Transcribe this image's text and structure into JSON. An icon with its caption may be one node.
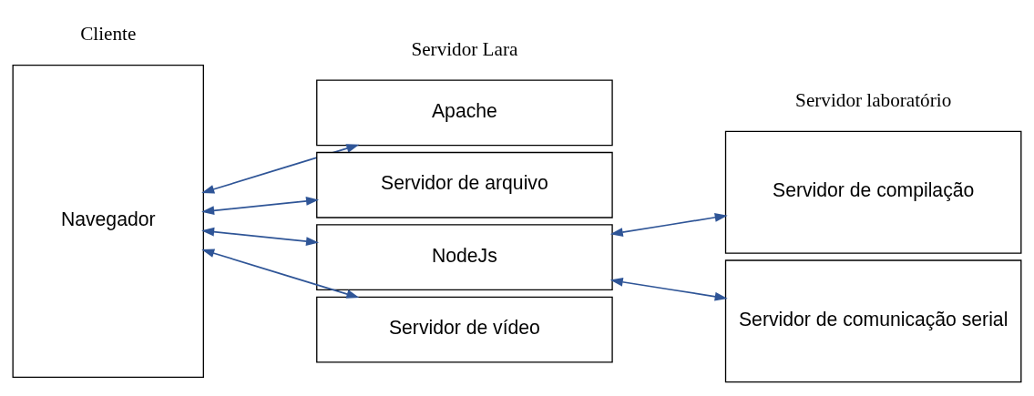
{
  "diagram": {
    "nodes": [
      {
        "text": [
          "Navegador"
        ]
      },
      {
        "text": [
          "Apache"
        ]
      },
      {
        "text": [
          "Servidor de arquivo"
        ]
      },
      {
        "text": [
          "NodeJs"
        ]
      },
      {
        "text": [
          "Servidor de vídeo"
        ]
      },
      {
        "text": [
          "Servidor de compilação"
        ]
      },
      {
        "text": [
          "Servidor de comunicação serial"
        ]
      }
    ],
    "edges": [
      {
        "from": 0,
        "to": 1,
        "arrow": "both"
      },
      {
        "from": 0,
        "to": 2,
        "arrow": "both"
      },
      {
        "from": 0,
        "to": 3,
        "arrow": "both"
      },
      {
        "from": 0,
        "to": 4,
        "arrow": "both"
      },
      {
        "from": 3,
        "to": 5,
        "arrow": "both"
      },
      {
        "from": 3,
        "to": 6,
        "arrow": "both"
      }
    ],
    "labels": [
      "Cliente",
      "Servidor Lara",
      "Servidor laboratório"
    ]
  }
}
